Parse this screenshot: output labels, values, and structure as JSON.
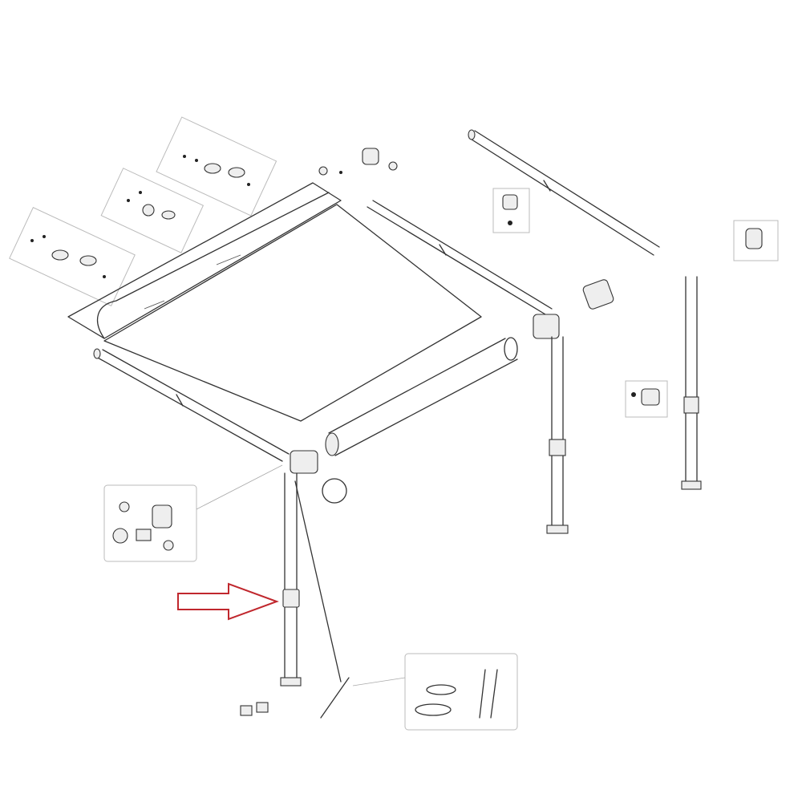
{
  "diagram": {
    "type": "exploded-parts-diagram",
    "subject": "awning",
    "colors": {
      "line": "#333333",
      "highlight_arrow": "#c0272d",
      "background": "#ffffff"
    },
    "highlight": {
      "icon": "right-arrow-outline",
      "points_to": "front-left-leg-clamp"
    }
  }
}
